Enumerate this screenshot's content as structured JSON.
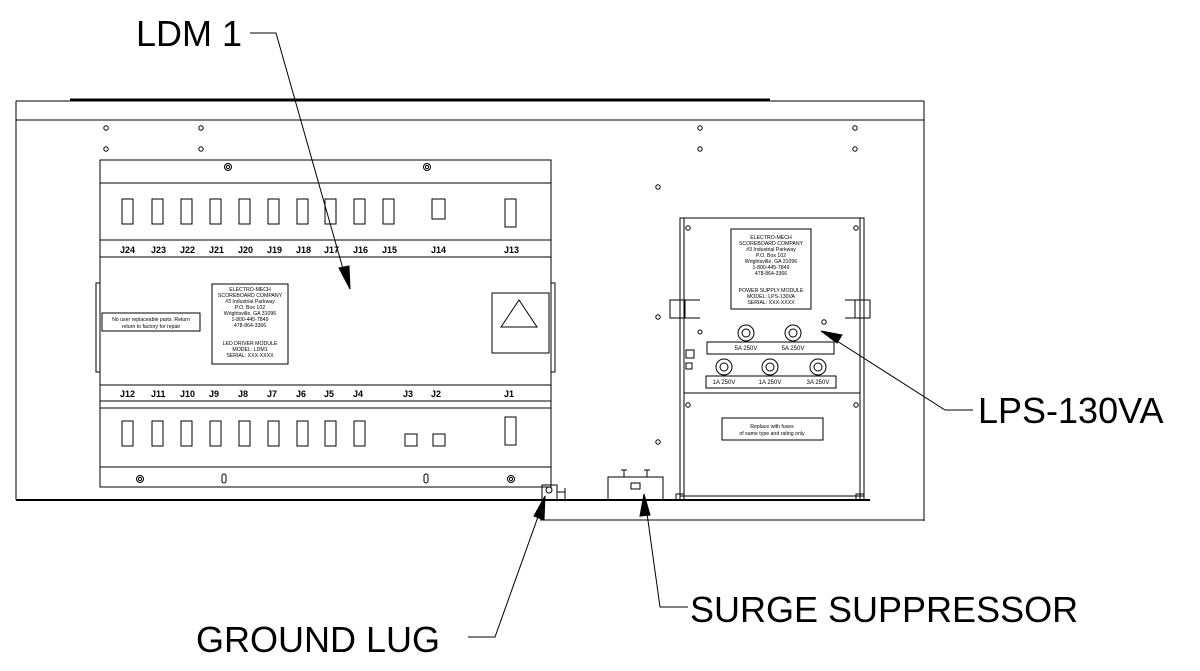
{
  "callouts": {
    "ldm": "LDM 1",
    "lps": "LPS-130VA",
    "surge": "SURGE SUPPRESSOR",
    "ground": "GROUND LUG"
  },
  "ldm": {
    "top_connectors": [
      "J24",
      "J23",
      "J22",
      "J21",
      "J20",
      "J19",
      "J18",
      "J17",
      "J16",
      "J15",
      "J14",
      "J13"
    ],
    "bottom_connectors": [
      "J12",
      "J11",
      "J10",
      "J9",
      "J8",
      "J7",
      "J6",
      "J5",
      "J4",
      "J3",
      "J2",
      "J1"
    ],
    "warning": [
      "No user replaceable parts. Return",
      "return to factory for repair"
    ],
    "label": [
      "ELECTRO-MECH",
      "SCOREBOARD COMPANY",
      "#3 Industrial Parkway",
      "P.O. Box 102",
      "Wrightsville, GA 31096",
      "1-800-445-7849",
      "478-864-3366",
      "",
      "LED DRIVER MODULE",
      "MODEL: LDM1",
      "SERIAL: XXX-XXXX"
    ]
  },
  "lps": {
    "label": [
      "ELECTRO-MECH",
      "SCOREBOARD COMPANY",
      "#3 Industrial Parkway",
      "P.O. Box 102",
      "Wrightsville, GA 31096",
      "1-800-445-7849",
      "478-864-3366",
      "",
      "POWER SUPPLY MODULE",
      "MODEL: LPS-130VA",
      "SERIAL: XXX-XXXX"
    ],
    "fuse_row1": [
      "5A 250V",
      "5A 250V"
    ],
    "fuse_row2": [
      "1A 250V",
      "1A 250V",
      "3A 250V"
    ],
    "replace_note": [
      "Replace with fuses",
      "of same type and rating only"
    ]
  }
}
